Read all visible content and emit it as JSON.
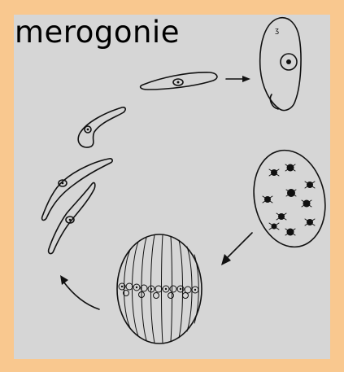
{
  "title": "merogonie",
  "colors": {
    "frame": "#f9c88f",
    "panel": "#d6d6d6",
    "ink": "#111111"
  },
  "stages": [
    "elongated-merozoite-right",
    "rounded-schizont",
    "multinucleate-schizont",
    "dividing-schizont",
    "released-merozoites"
  ],
  "icons": [
    "arrow-right-icon",
    "arrow-down-left-icon",
    "arrow-up-left-icon"
  ]
}
